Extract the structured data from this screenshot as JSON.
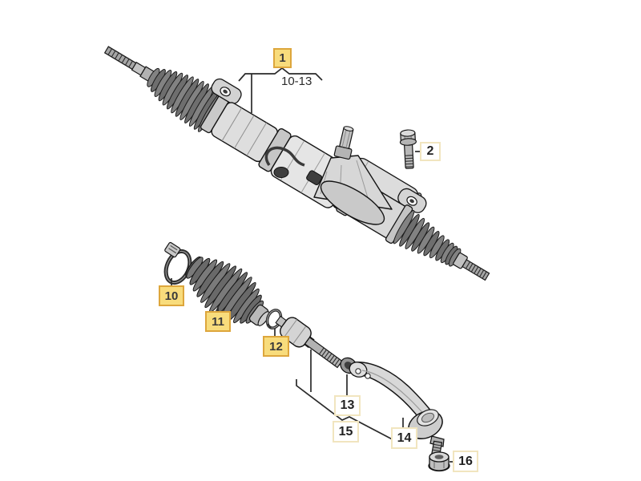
{
  "diagram": {
    "type": "exploded-parts-diagram",
    "bracket_note": "10-13",
    "callouts": {
      "n1": {
        "text": "1",
        "style": "highlighted"
      },
      "n2": {
        "text": "2",
        "style": "plain"
      },
      "n10": {
        "text": "10",
        "style": "highlighted"
      },
      "n11": {
        "text": "11",
        "style": "highlighted"
      },
      "n12": {
        "text": "12",
        "style": "highlighted"
      },
      "n13": {
        "text": "13",
        "style": "plain"
      },
      "n14": {
        "text": "14",
        "style": "plain"
      },
      "n15": {
        "text": "15",
        "style": "plain"
      },
      "n16": {
        "text": "16",
        "style": "plain"
      }
    },
    "colors": {
      "highlight_fill": "#F8DC7C",
      "highlight_border": "#DDA63C",
      "plain_fill": "#FFFFFF",
      "plain_border": "#F1E5BF",
      "line": "#2A2A2A",
      "background": "#FFFFFF"
    }
  }
}
